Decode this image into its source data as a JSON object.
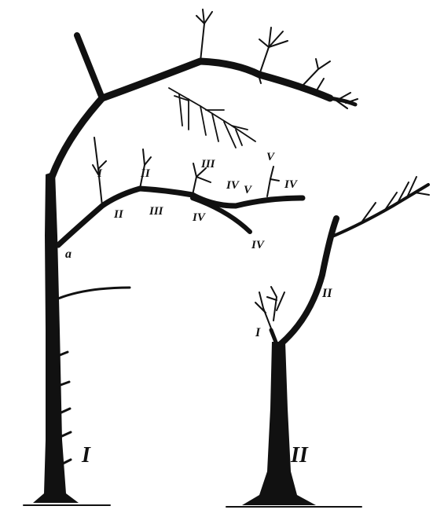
{
  "figure": {
    "tree_one": {
      "caption": "I",
      "node_label": "a",
      "shoot_labels": [
        "I",
        "II",
        "III",
        "IV",
        "V",
        "II",
        "III",
        "IV",
        "V",
        "IV",
        "IV"
      ]
    },
    "tree_two": {
      "caption": "II",
      "shoot_labels": [
        "I",
        "II"
      ]
    }
  }
}
